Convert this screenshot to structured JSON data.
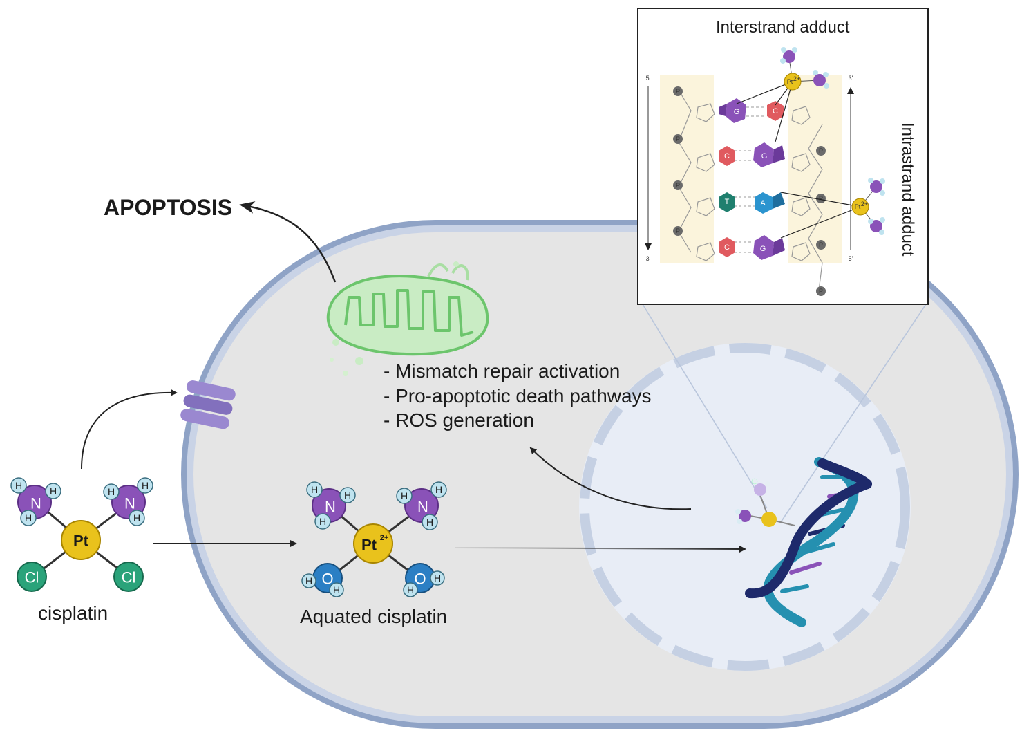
{
  "labels": {
    "apoptosis": "APOPTOSIS",
    "cisplatin": "cisplatin",
    "aquated": "Aquated cisplatin",
    "effects": [
      "- Mismatch repair activation",
      "- Pro-apoptotic death pathways",
      "- ROS generation"
    ],
    "interstrand": "Interstrand adduct",
    "intrastrand": "Intrastrand adduct"
  },
  "atoms": {
    "pt": "Pt",
    "pt2_base": "Pt",
    "pt2_sup": "2+",
    "n": "N",
    "h": "H",
    "cl": "Cl",
    "o": "O",
    "p": "P"
  },
  "dna_panel": {
    "strand_left_top": "5'",
    "strand_left_bottom": "3'",
    "strand_right_top": "3'",
    "strand_right_bottom": "5'",
    "bases": [
      "G",
      "C",
      "C",
      "G",
      "T",
      "A",
      "C",
      "G"
    ]
  },
  "colors": {
    "membrane": "#8fa3c6",
    "cytoplasm": "#e6e6e6",
    "nucleus": "#e6ebf5",
    "mitochondrion": "#7ed07e",
    "channel": "#9a88d0",
    "nitrogen": "#8a52b8",
    "hydrogen": "#bfe3ef",
    "platinum": "#e9c21c",
    "chlorine": "#2aa37a",
    "oxygen": "#2b7fc4",
    "dna_dark": "#1e2a6b",
    "dna_light": "#2590b0"
  }
}
